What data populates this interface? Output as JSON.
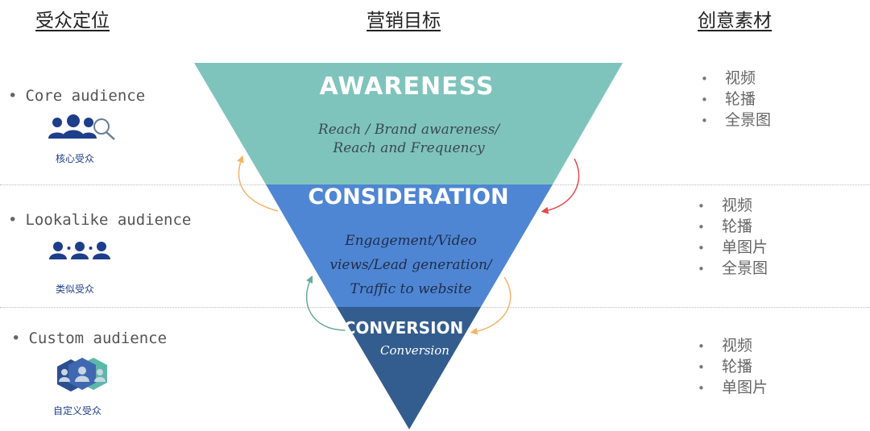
{
  "headers": {
    "audience": "受众定位",
    "goal": "营销目标",
    "creative": "创意素材"
  },
  "audiences": [
    {
      "label": "Core audience",
      "icon": "people-search-icon",
      "label_cn": "核心受众"
    },
    {
      "label": "Lookalike audience",
      "icon": "people-group-icon",
      "label_cn": "类似受众"
    },
    {
      "label": "Custom audience",
      "icon": "custom-audience-hexagon-icon",
      "label_cn": "自定义受众"
    }
  ],
  "funnel": [
    {
      "title": "AWARENESS",
      "subtitle": "Reach / Brand awareness/ Reach and Frequency",
      "color": "#7fc4bc"
    },
    {
      "title": "CONSIDERATION",
      "subtitle": "Engagement/Video views/Lead generation/ Traffic to website",
      "color": "#4f86d3"
    },
    {
      "title": "CONVERSION",
      "subtitle": "Conversion",
      "color": "#335d8e"
    }
  ],
  "creatives": [
    {
      "items": [
        "视频",
        "轮播",
        "全景图"
      ]
    },
    {
      "items": [
        "视频",
        "轮播",
        "单图片",
        "全景图"
      ]
    },
    {
      "items": [
        "视频",
        "轮播",
        "单图片"
      ]
    }
  ],
  "bullet": "•",
  "colors": {
    "arrow_orange": "#f3b46a",
    "arrow_red": "#e24b4b",
    "arrow_teal": "#6aa89a",
    "icon_blue": "#1d3e8a"
  }
}
